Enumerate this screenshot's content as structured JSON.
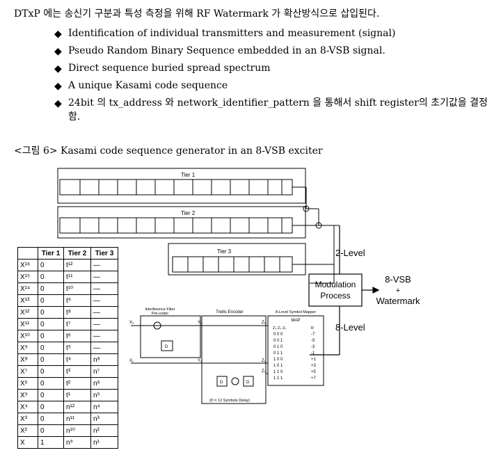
{
  "intro_text": "DTxP 에는 송신기 구분과 특성 측정을 위해 RF Watermark 가 확산방식으로 삽입된다.",
  "bullet_symbol": "◆",
  "bullets": [
    "Identification of individual transmitters and measurement (signal)",
    "Pseudo Random Binary Sequence embedded in an 8-VSB signal.",
    "Direct sequence buried spread spectrum",
    "A unique Kasami code sequence",
    "24bit 의 tx_address 와 network_identifier_pattern 을 통해서 shift register의 초기값을 결정함."
  ],
  "figure_caption": "<그림 6> Kasami code sequence generator in an 8-VSB exciter",
  "diagram": {
    "tier1": "Tier 1",
    "tier2": "Tier 2",
    "tier3": "Tier 3",
    "two_level": "2-Level",
    "eight_level": "8-Level",
    "modulation_line1": "Modulation",
    "modulation_line2": "Process",
    "output_line1": "8-VSB",
    "output_line2": "+",
    "output_line3": "Watermark",
    "interference_filter": "Interference Filter",
    "precoder": "Pre-coder",
    "trellis_encoder": "Trellis Encoder",
    "symbol_mapper": "8-Level Symbol Mapper",
    "map_label": "MAP",
    "map_header_z": "Z₂ Z₁ Z₀",
    "map_header_r": "R",
    "map_rows": [
      [
        "0 0 0",
        "-7"
      ],
      [
        "0 0 1",
        "-5"
      ],
      [
        "0 1 0",
        "-3"
      ],
      [
        "0 1 1",
        "-1"
      ],
      [
        "1 0 0",
        "+1"
      ],
      [
        "1 0 1",
        "+3"
      ],
      [
        "1 1 0",
        "+5"
      ],
      [
        "1 1 1",
        "+7"
      ]
    ],
    "x2": "X₂",
    "x1": "X₁",
    "y2": "Y₂",
    "y1": "Y₁",
    "z2": "Z₂",
    "z1": "Z₁",
    "z0": "Z₀",
    "delay_d": "D",
    "delay_note": "(D = 12 Symbols Delay)"
  },
  "table": {
    "headers": [
      "",
      "Tier 1",
      "Tier 2",
      "Tier 3"
    ],
    "rows": [
      [
        "X¹⁶",
        "0",
        "t¹²",
        "—"
      ],
      [
        "X¹⁵",
        "0",
        "t¹¹",
        "—"
      ],
      [
        "X¹⁴",
        "0",
        "t¹⁰",
        "—"
      ],
      [
        "X¹³",
        "0",
        "t⁹",
        "—"
      ],
      [
        "X¹²",
        "0",
        "t⁸",
        "—"
      ],
      [
        "X¹¹",
        "0",
        "t⁷",
        "—"
      ],
      [
        "X¹⁰",
        "0",
        "t⁶",
        "—"
      ],
      [
        "X⁹",
        "0",
        "t⁵",
        "—"
      ],
      [
        "X⁸",
        "0",
        "t⁴",
        "n⁸"
      ],
      [
        "X⁷",
        "0",
        "t³",
        "n⁷"
      ],
      [
        "X⁶",
        "0",
        "t²",
        "n⁶"
      ],
      [
        "X⁵",
        "0",
        "t¹",
        "n⁵"
      ],
      [
        "X⁴",
        "0",
        "n¹²",
        "n⁴"
      ],
      [
        "X³",
        "0",
        "n¹¹",
        "n³"
      ],
      [
        "X²",
        "0",
        "n¹⁰",
        "n²"
      ],
      [
        "X",
        "1",
        "n⁹",
        "n¹"
      ]
    ]
  }
}
